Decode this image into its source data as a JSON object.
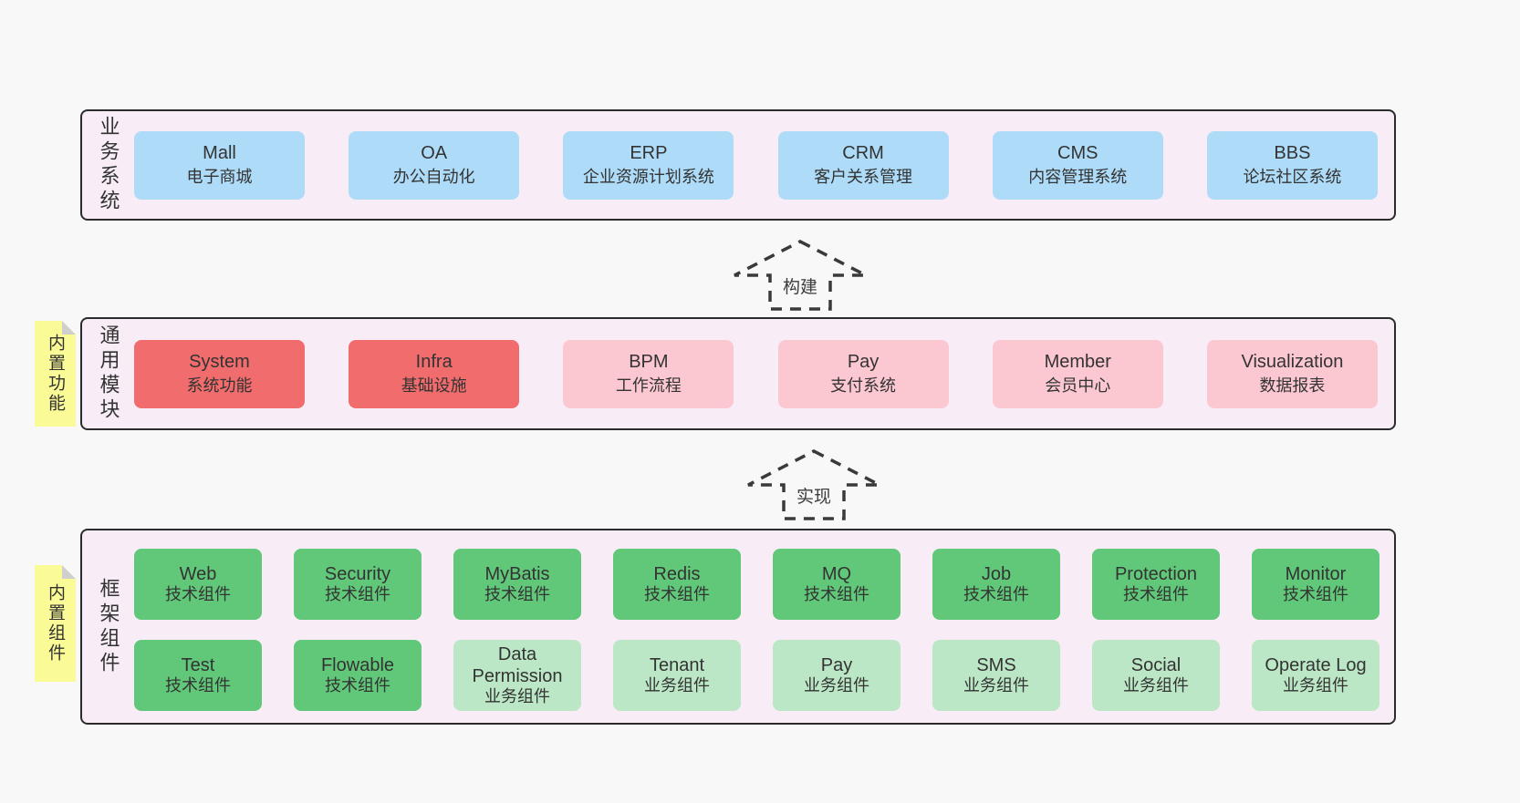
{
  "colors": {
    "page_bg": "#f8f8f8",
    "layer_bg": "#f8edf7",
    "layer_border": "#2b2b2b",
    "blue_box": "#aedcf8",
    "red_box": "#f16c6c",
    "pink_box": "#fbc8d2",
    "green_box": "#61c87a",
    "light_green_box": "#bce7c6",
    "sticky_yellow": "#fafa96",
    "text": "#333333"
  },
  "arrows": {
    "build": "构建",
    "implement": "实现"
  },
  "layers": {
    "business": {
      "label": "业务系统",
      "boxes": [
        {
          "name": "Mall",
          "subtitle": "电子商城"
        },
        {
          "name": "OA",
          "subtitle": "办公自动化"
        },
        {
          "name": "ERP",
          "subtitle": "企业资源计划系统"
        },
        {
          "name": "CRM",
          "subtitle": "客户关系管理"
        },
        {
          "name": "CMS",
          "subtitle": "内容管理系统"
        },
        {
          "name": "BBS",
          "subtitle": "论坛社区系统"
        }
      ]
    },
    "modules": {
      "label": "通用模块",
      "sticky": "内置功能",
      "boxes": [
        {
          "name": "System",
          "subtitle": "系统功能",
          "variant": "red"
        },
        {
          "name": "Infra",
          "subtitle": "基础设施",
          "variant": "red"
        },
        {
          "name": "BPM",
          "subtitle": "工作流程",
          "variant": "pink"
        },
        {
          "name": "Pay",
          "subtitle": "支付系统",
          "variant": "pink"
        },
        {
          "name": "Member",
          "subtitle": "会员中心",
          "variant": "pink"
        },
        {
          "name": "Visualization",
          "subtitle": "数据报表",
          "variant": "pink"
        }
      ]
    },
    "components": {
      "label": "框架组件",
      "sticky": "内置组件",
      "row1": [
        {
          "name": "Web",
          "subtitle": "技术组件",
          "variant": "green"
        },
        {
          "name": "Security",
          "subtitle": "技术组件",
          "variant": "green"
        },
        {
          "name": "MyBatis",
          "subtitle": "技术组件",
          "variant": "green"
        },
        {
          "name": "Redis",
          "subtitle": "技术组件",
          "variant": "green"
        },
        {
          "name": "MQ",
          "subtitle": "技术组件",
          "variant": "green"
        },
        {
          "name": "Job",
          "subtitle": "技术组件",
          "variant": "green"
        },
        {
          "name": "Protection",
          "subtitle": "技术组件",
          "variant": "green"
        },
        {
          "name": "Monitor",
          "subtitle": "技术组件",
          "variant": "green"
        }
      ],
      "row2": [
        {
          "name": "Test",
          "subtitle": "技术组件",
          "variant": "green"
        },
        {
          "name": "Flowable",
          "subtitle": "技术组件",
          "variant": "green"
        },
        {
          "name": "Data Permission",
          "subtitle": "业务组件",
          "variant": "lightgreen"
        },
        {
          "name": "Tenant",
          "subtitle": "业务组件",
          "variant": "lightgreen"
        },
        {
          "name": "Pay",
          "subtitle": "业务组件",
          "variant": "lightgreen"
        },
        {
          "name": "SMS",
          "subtitle": "业务组件",
          "variant": "lightgreen"
        },
        {
          "name": "Social",
          "subtitle": "业务组件",
          "variant": "lightgreen"
        },
        {
          "name": "Operate Log",
          "subtitle": "业务组件",
          "variant": "lightgreen"
        }
      ]
    }
  }
}
